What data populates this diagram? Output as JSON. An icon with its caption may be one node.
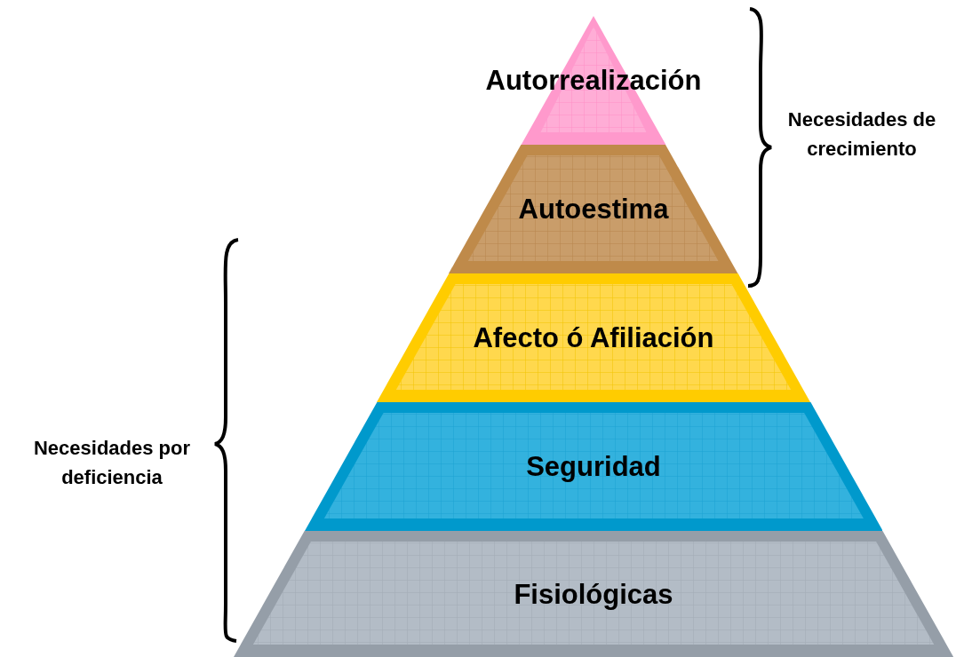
{
  "diagram": {
    "nodes": [
      {
        "text": [
          "Autorrealización"
        ]
      },
      {
        "text": [
          "Autoestima"
        ]
      },
      {
        "text": [
          "Afecto ó Afiliación"
        ]
      },
      {
        "text": [
          "Seguridad"
        ]
      },
      {
        "text": [
          "Fisiológicas"
        ]
      }
    ],
    "labels": [
      "Necesidades de crecimiento",
      "Necesidades por deficiencia"
    ]
  }
}
